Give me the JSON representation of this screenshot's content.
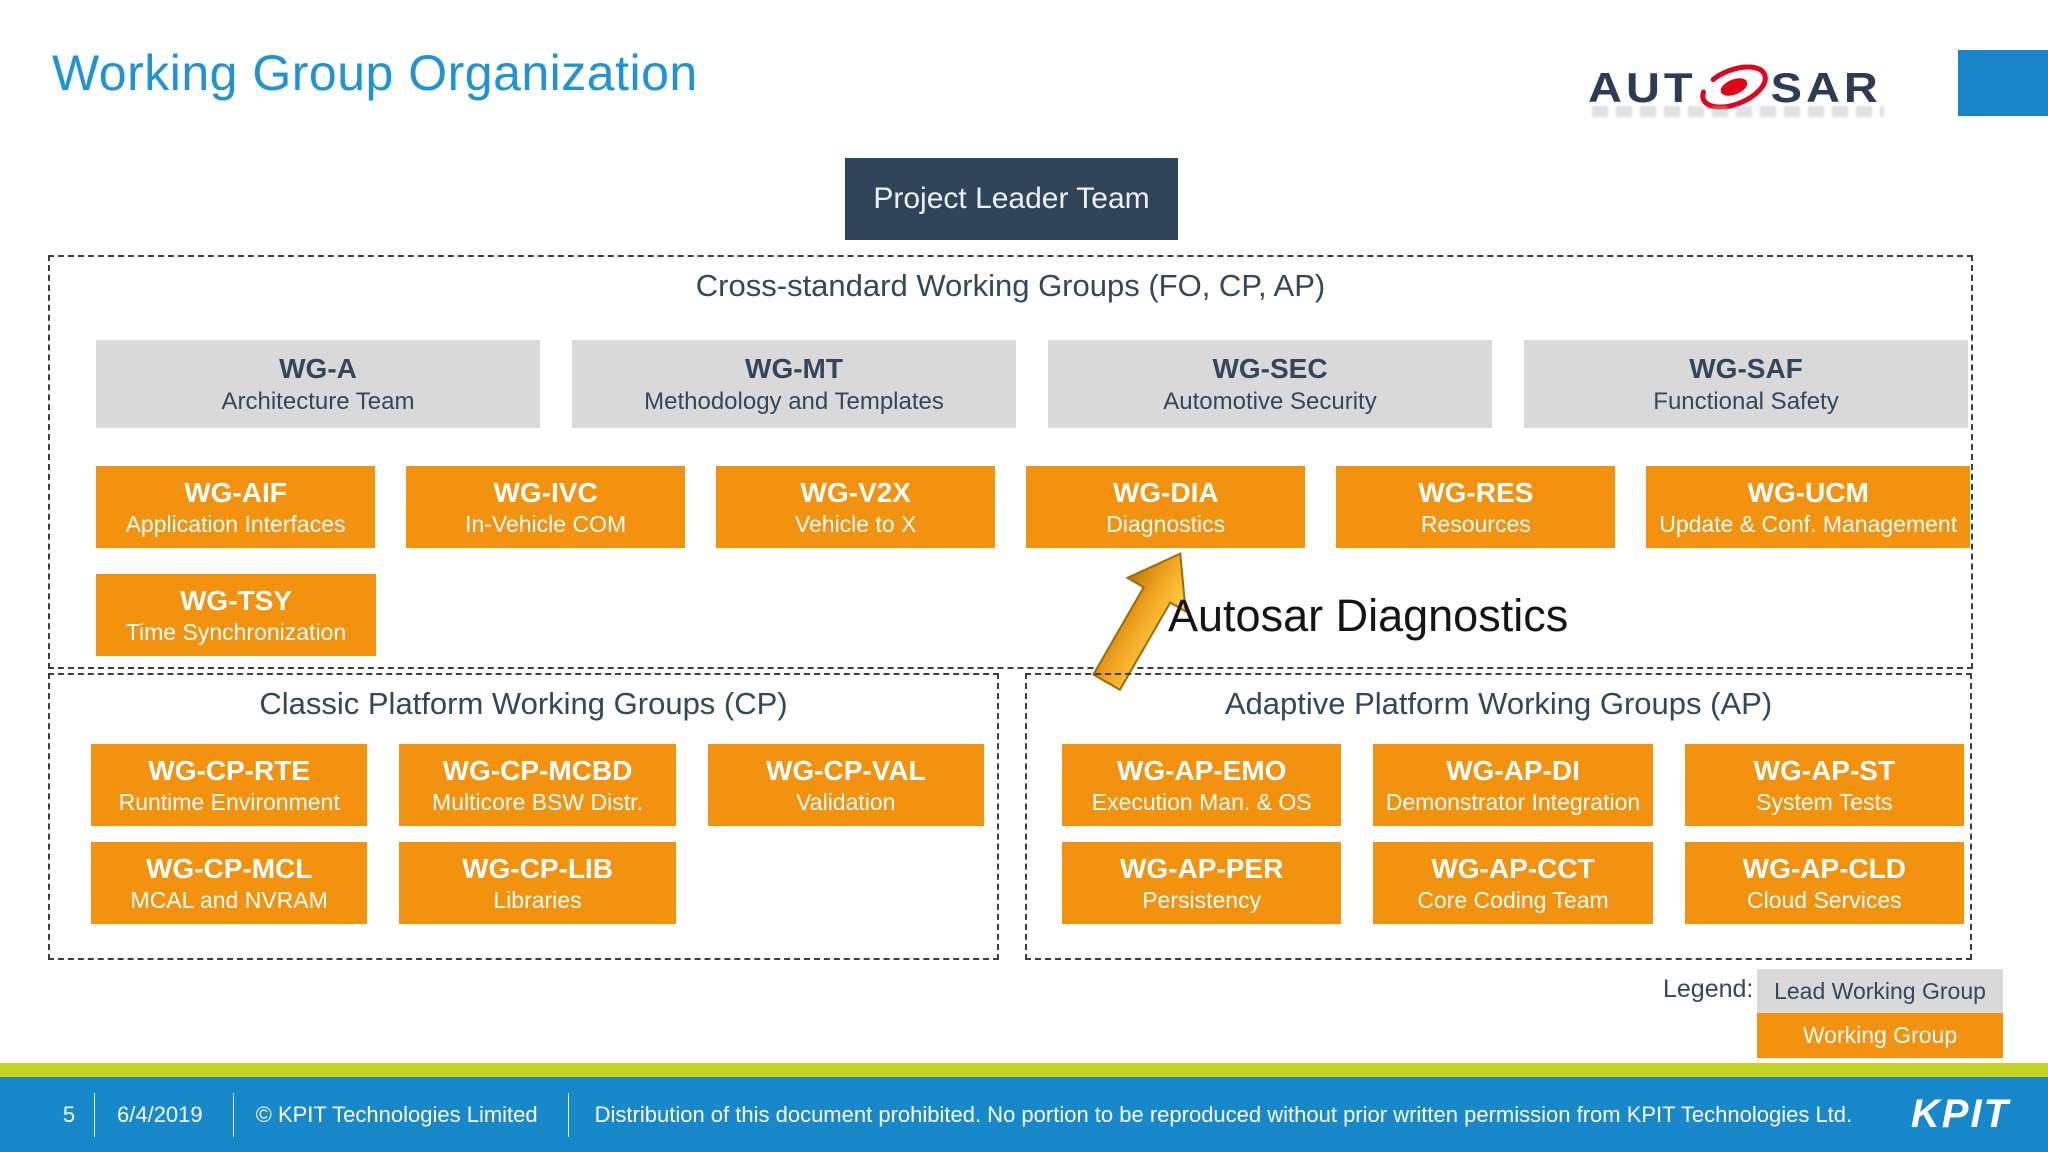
{
  "slide": {
    "title": "Working Group Organization",
    "autosar_logo": {
      "left": "AUT",
      "right": "SAR"
    },
    "project_leader_box": "Project Leader Team",
    "annotation": "Autosar Diagnostics",
    "cross_standard": {
      "title": "Cross-standard Working Groups (FO, CP, AP)",
      "lead_groups": [
        {
          "code": "WG-A",
          "name": "Architecture Team"
        },
        {
          "code": "WG-MT",
          "name": "Methodology and Templates"
        },
        {
          "code": "WG-SEC",
          "name": "Automotive Security"
        },
        {
          "code": "WG-SAF",
          "name": "Functional Safety"
        }
      ],
      "groups": [
        {
          "code": "WG-AIF",
          "name": "Application Interfaces"
        },
        {
          "code": "WG-IVC",
          "name": "In-Vehicle COM"
        },
        {
          "code": "WG-V2X",
          "name": "Vehicle to X"
        },
        {
          "code": "WG-DIA",
          "name": "Diagnostics"
        },
        {
          "code": "WG-RES",
          "name": "Resources"
        },
        {
          "code": "WG-UCM",
          "name": "Update & Conf. Management"
        },
        {
          "code": "WG-TSY",
          "name": "Time Synchronization"
        }
      ]
    },
    "classic": {
      "title": "Classic Platform Working Groups (CP)",
      "row1": [
        {
          "code": "WG-CP-RTE",
          "name": "Runtime Environment"
        },
        {
          "code": "WG-CP-MCBD",
          "name": "Multicore BSW Distr."
        },
        {
          "code": "WG-CP-VAL",
          "name": "Validation"
        }
      ],
      "row2": [
        {
          "code": "WG-CP-MCL",
          "name": "MCAL and NVRAM"
        },
        {
          "code": "WG-CP-LIB",
          "name": "Libraries"
        }
      ]
    },
    "adaptive": {
      "title": "Adaptive Platform Working Groups (AP)",
      "row1": [
        {
          "code": "WG-AP-EMO",
          "name": "Execution Man. & OS"
        },
        {
          "code": "WG-AP-DI",
          "name": "Demonstrator Integration"
        },
        {
          "code": "WG-AP-ST",
          "name": "System Tests"
        }
      ],
      "row2": [
        {
          "code": "WG-AP-PER",
          "name": "Persistency"
        },
        {
          "code": "WG-AP-CCT",
          "name": "Core Coding Team"
        },
        {
          "code": "WG-AP-CLD",
          "name": "Cloud Services"
        }
      ]
    },
    "legend": {
      "label": "Legend:",
      "lead": "Lead Working Group",
      "group": "Working Group"
    },
    "footer": {
      "page": "5",
      "date": "6/4/2019",
      "copyright": "© KPIT Technologies Limited",
      "disclaimer": "Distribution of this document prohibited. No portion to be reproduced without prior written permission from KPIT Technologies Ltd.",
      "brand": "KPIT"
    },
    "colors": {
      "accent_blue": "#1E93D6",
      "orange": "#F2920E",
      "lead_gray": "#D9D9D9",
      "navy": "#33475B",
      "header_box": "#30455A",
      "footer_blue": "#1789CB",
      "lime_bar": "#C3D521",
      "autosar_red": "#E2001A"
    }
  }
}
